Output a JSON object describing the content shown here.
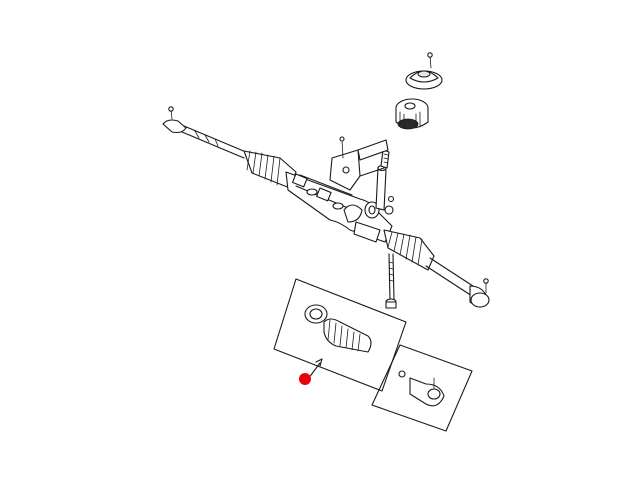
{
  "diagram": {
    "callout_color": "#e8000f",
    "line_color": "#1a1a1a",
    "background": "#ffffff",
    "parts": [
      "steering-rack",
      "left-tie-rod",
      "right-tie-rod",
      "left-boot",
      "right-boot",
      "mounting-bracket",
      "pinion-seal",
      "dust-cap",
      "mounting-bolt",
      "boot-kit",
      "tie-rod-end-kit"
    ]
  }
}
